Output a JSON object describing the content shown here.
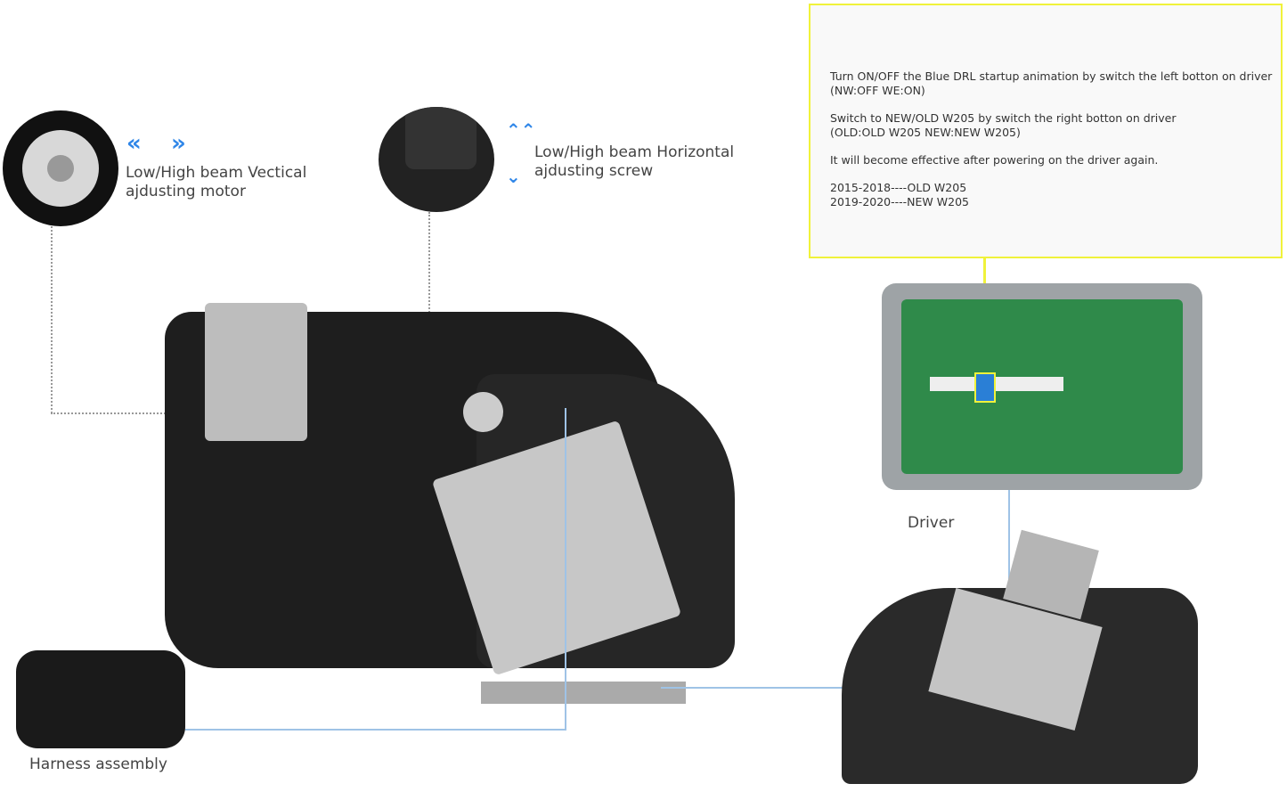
{
  "callouts": {
    "vertical_motor": "Low/High beam Vectical ajdusting motor",
    "horizontal_screw": "Low/High beam Horizontal ajdusting screw",
    "driver": "Driver",
    "harness": "Harness assembly"
  },
  "info_box": {
    "para1": "Turn ON/OFF the Blue DRL startup animation by switch the left botton on driver\n(NW:OFF  WE:ON)",
    "para2": "Switch to NEW/OLD W205 by switch the right botton on driver\n(OLD:OLD W205  NEW:NEW W205)",
    "para3": "It will become effective after powering on the driver again.",
    "para4": "2015-2018----OLD W205\n2019-2020----NEW W205"
  },
  "colors": {
    "accent_blue": "#2f86e8",
    "highlight_yellow": "#f0f23a",
    "pcb_green": "#2f8a4a"
  },
  "icons": [
    "chevron-left-double-icon",
    "chevron-right-double-icon",
    "chevron-up-double-icon",
    "chevron-down-double-icon"
  ]
}
